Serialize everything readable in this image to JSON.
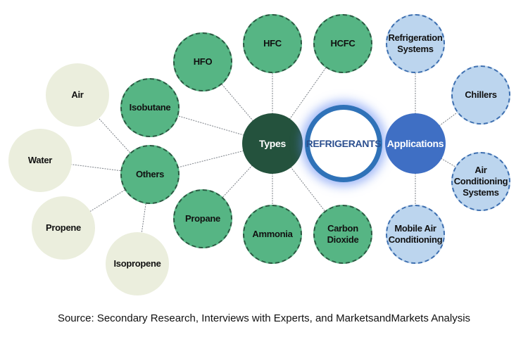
{
  "diagram": {
    "center": {
      "label": "REFRIGERANTS"
    },
    "types": {
      "label": "Types",
      "items": [
        {
          "label": "HFO"
        },
        {
          "label": "HFC"
        },
        {
          "label": "HCFC"
        },
        {
          "label": "Isobutane"
        },
        {
          "label": "Others"
        },
        {
          "label": "Propane"
        },
        {
          "label": "Ammonia"
        },
        {
          "label": "Carbon\nDioxide"
        }
      ]
    },
    "others": {
      "label": "Others",
      "items": [
        {
          "label": "Air"
        },
        {
          "label": "Water"
        },
        {
          "label": "Propene"
        },
        {
          "label": "Isopropene"
        }
      ]
    },
    "applications": {
      "label": "Applications",
      "items": [
        {
          "label": "Refrigeration\nSystems"
        },
        {
          "label": "Chillers"
        },
        {
          "label": "Air\nConditioning\nSystems"
        },
        {
          "label": "Mobile Air\nConditioning"
        }
      ]
    },
    "colors": {
      "types_hub": "#24523d",
      "type_node": "#56b584",
      "others_leaf": "#ebeedd",
      "applications_hub": "#3f6fc4",
      "application_node": "#bcd5ee",
      "center_ring": "#2f72b8"
    }
  },
  "source": "Source: Secondary Research, Interviews with Experts, and MarketsandMarkets Analysis"
}
